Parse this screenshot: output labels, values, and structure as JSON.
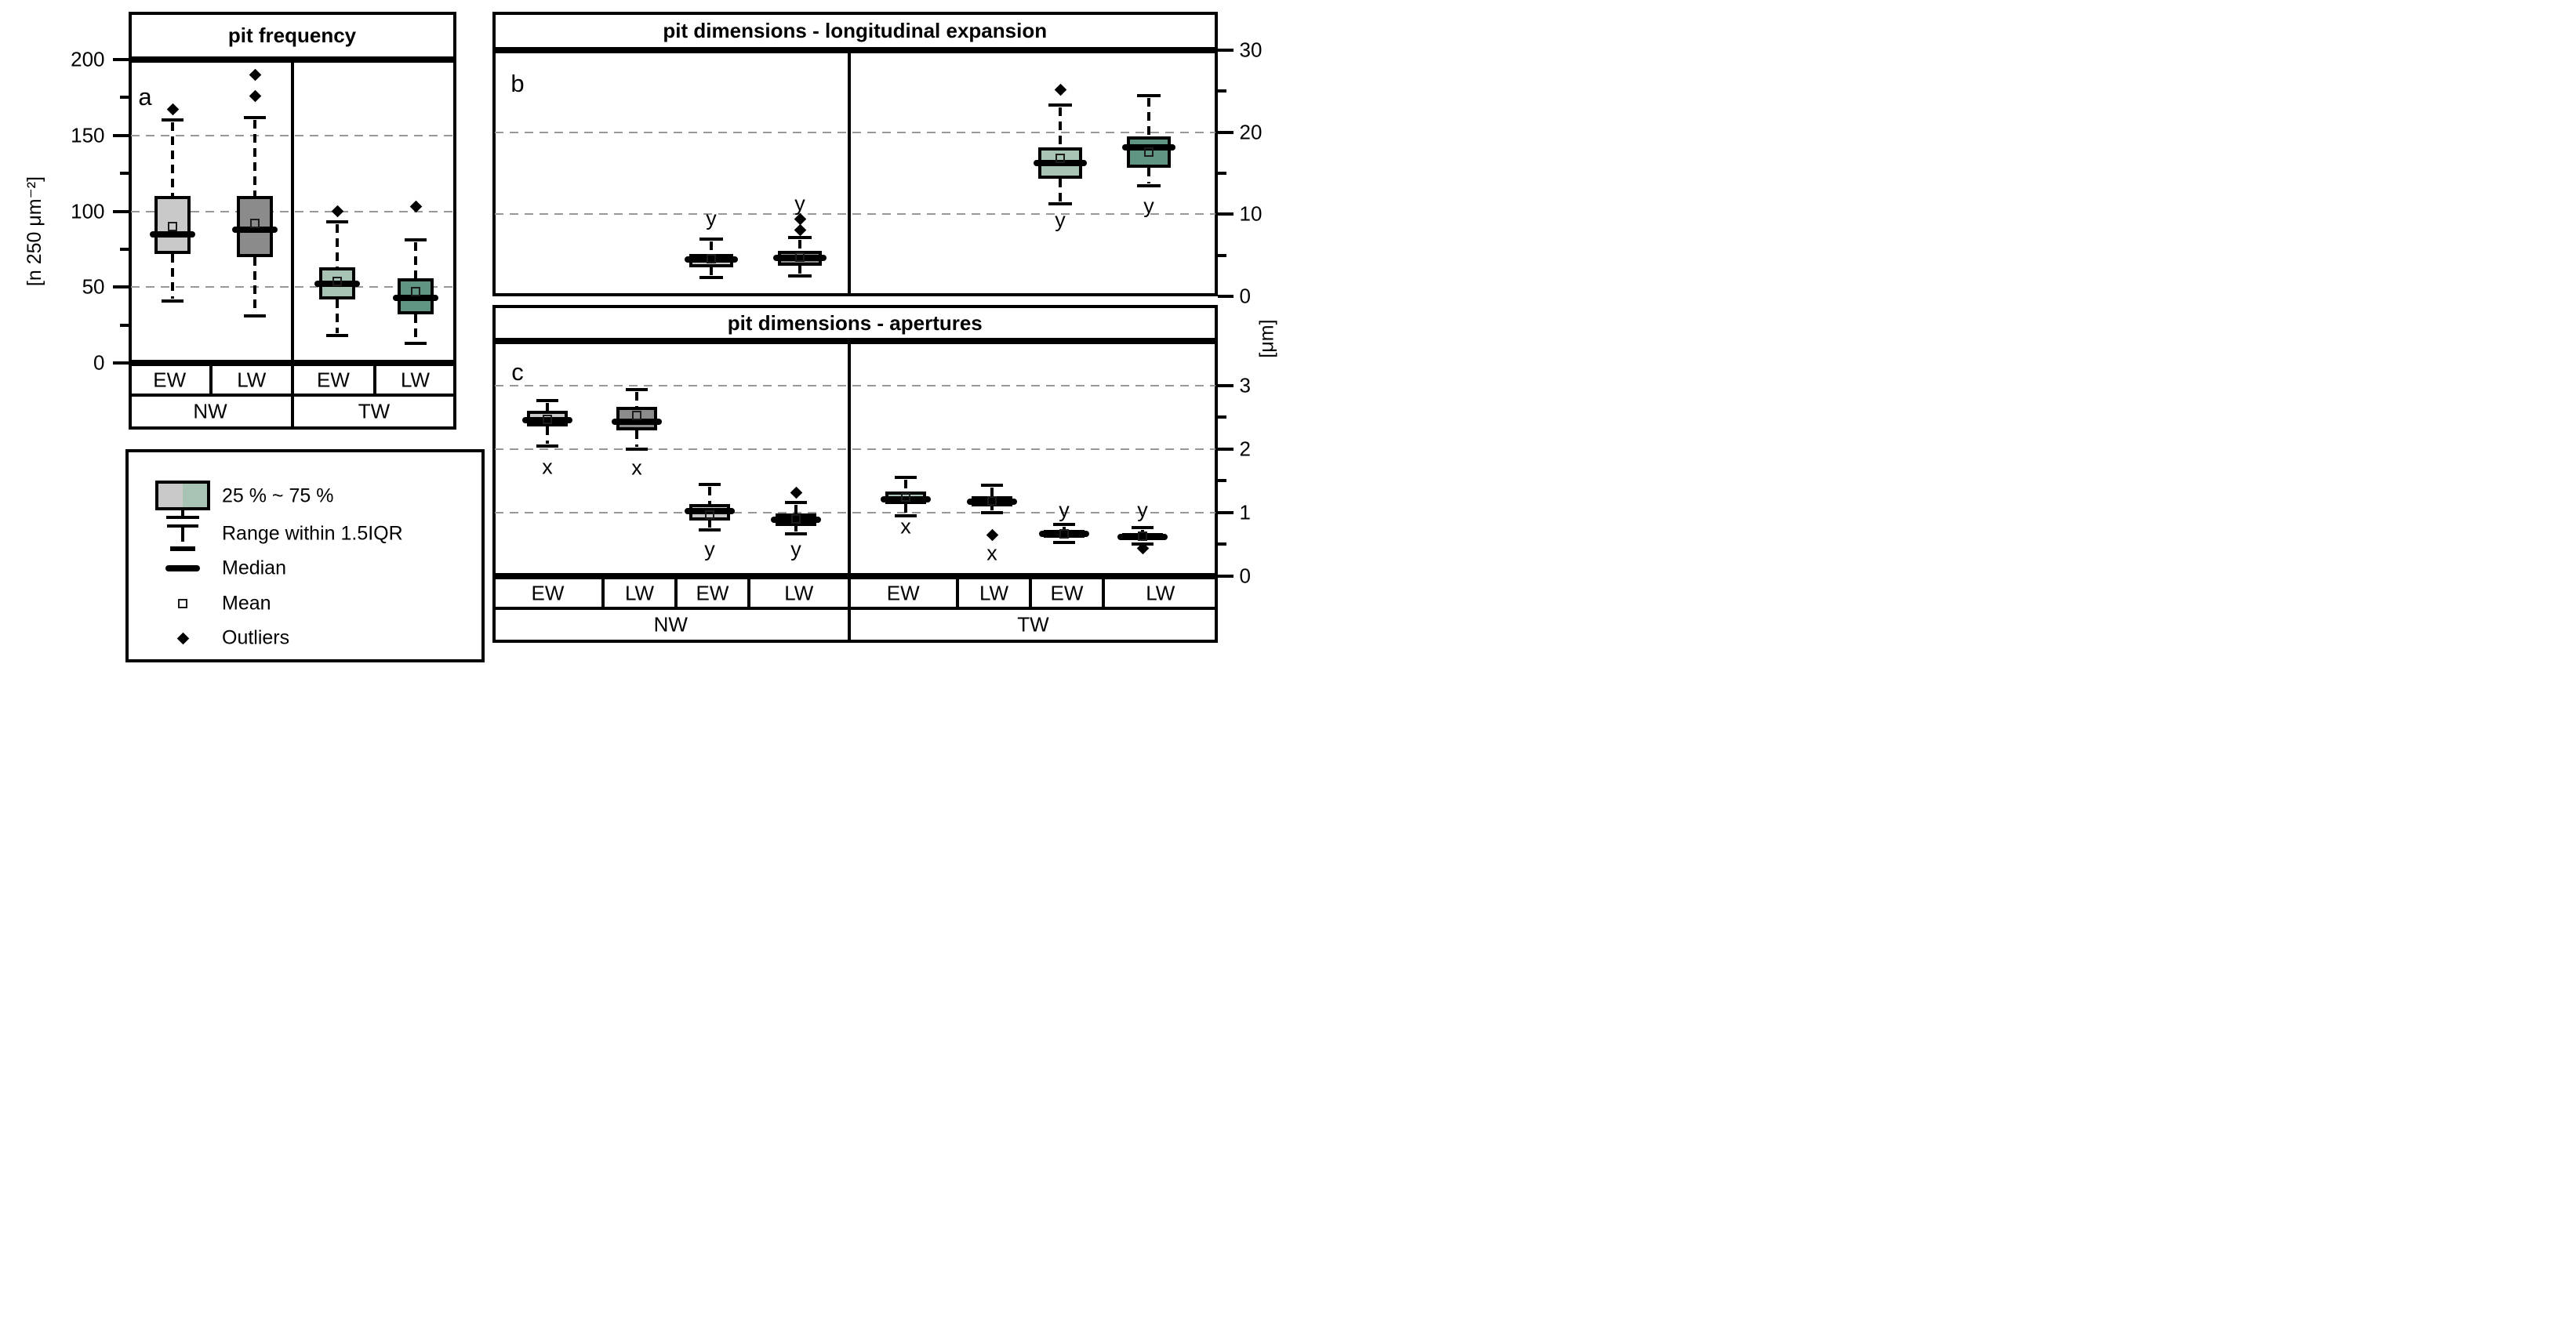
{
  "right_axis_unit": "[μm]",
  "colors": {
    "ew_nw": "#c9c9c9",
    "lw_nw": "#8b8b8b",
    "ew_tw": "#a6c3b3",
    "lw_tw": "#609483",
    "grid": "#989898",
    "frame": "#000000"
  },
  "legend": {
    "items": [
      {
        "icon": "box-swatch",
        "label": "25 % ~ 75 %"
      },
      {
        "icon": "whisker-range",
        "label": "Range within 1.5IQR"
      },
      {
        "icon": "median-bar",
        "label": "Median"
      },
      {
        "icon": "mean-square",
        "label": "Mean"
      },
      {
        "icon": "outlier-diamond",
        "label": "Outliers"
      }
    ]
  },
  "chart_data": [
    {
      "id": "a",
      "type": "boxplot",
      "title": "pit frequency",
      "letter": "a",
      "ylabel": "[n 250 μm⁻²]",
      "axis_side": "left",
      "ylim": [
        0,
        200
      ],
      "yticks": [
        0,
        50,
        100,
        150,
        200
      ],
      "yticks_minor": [
        25,
        75,
        125,
        175
      ],
      "gridlines": [
        50,
        100,
        150
      ],
      "grid": "dashed",
      "categories": [
        "EW",
        "LW",
        "EW",
        "LW"
      ],
      "groups": [
        "NW",
        "TW"
      ],
      "boxes": [
        {
          "group": "NW",
          "category": "EW",
          "color": "ew_nw",
          "low": 41,
          "q1": 72,
          "median": 85,
          "mean": 90,
          "q3": 110,
          "high": 160,
          "outliers": [
            167
          ]
        },
        {
          "group": "NW",
          "category": "LW",
          "color": "lw_nw",
          "low": 31,
          "q1": 70,
          "median": 88,
          "mean": 92,
          "q3": 110,
          "high": 162,
          "outliers": [
            176,
            190
          ]
        },
        {
          "group": "TW",
          "category": "EW",
          "color": "ew_tw",
          "low": 18,
          "q1": 42,
          "median": 52,
          "mean": 54,
          "q3": 63,
          "high": 93,
          "outliers": [
            100
          ]
        },
        {
          "group": "TW",
          "category": "LW",
          "color": "lw_tw",
          "low": 13,
          "q1": 32,
          "median": 43,
          "mean": 47,
          "q3": 56,
          "high": 81,
          "outliers": [
            103
          ]
        }
      ]
    },
    {
      "id": "b",
      "type": "boxplot",
      "title": "pit dimensions - longitudinal expansion",
      "letter": "b",
      "axis_side": "right",
      "ylim": [
        0,
        30
      ],
      "yticks": [
        0,
        10,
        20,
        30
      ],
      "yticks_minor": [
        5,
        15,
        25
      ],
      "gridlines": [
        10,
        20
      ],
      "grid": "dashed",
      "categories": [
        "EW",
        "LW",
        "EW",
        "LW"
      ],
      "groups": [
        "NW",
        "TW"
      ],
      "boxes": [
        {
          "group": "NW",
          "category": "EW",
          "color": "ew_nw",
          "low": 2.3,
          "q1": 3.5,
          "median": 4.5,
          "mean": 4.6,
          "q3": 5.2,
          "high": 7.0,
          "outliers": [],
          "sig": {
            "label": "y",
            "at": 9.5
          }
        },
        {
          "group": "NW",
          "category": "LW",
          "color": "lw_nw",
          "low": 2.5,
          "q1": 3.7,
          "median": 4.7,
          "mean": 4.8,
          "q3": 5.5,
          "high": 7.2,
          "outliers": [
            8.1,
            9.4
          ],
          "sig": {
            "label": "y",
            "at": 11.3
          }
        },
        {
          "group": "TW",
          "category": "EW",
          "color": "ew_tw",
          "low": 11.3,
          "q1": 14.3,
          "median": 16.2,
          "mean": 16.8,
          "q3": 18.2,
          "high": 23.3,
          "outliers": [
            25.2
          ],
          "sig": {
            "label": "y",
            "at": 9.3
          }
        },
        {
          "group": "TW",
          "category": "LW",
          "color": "lw_tw",
          "low": 13.5,
          "q1": 15.7,
          "median": 18.2,
          "mean": 17.6,
          "q3": 19.5,
          "high": 24.5,
          "outliers": [],
          "sig": {
            "label": "y",
            "at": 11.0
          }
        }
      ]
    },
    {
      "id": "c",
      "type": "boxplot",
      "title": "pit dimensions - apertures",
      "letter": "c",
      "axis_side": "right",
      "ylim": [
        0,
        3.7
      ],
      "yticks": [
        0,
        1,
        2,
        3
      ],
      "yticks_minor": [
        0.5,
        1.5,
        2.5
      ],
      "gridlines": [
        1,
        2,
        3
      ],
      "grid": "dashed",
      "categories": [
        "EW",
        "LW",
        "EW",
        "LW",
        "EW",
        "LW",
        "EW",
        "LW"
      ],
      "groups": [
        "NW",
        "TW"
      ],
      "boxes": [
        {
          "group": "NW",
          "category": "EW",
          "dimension": "x",
          "color": "ew_nw",
          "low": 2.05,
          "q1": 2.35,
          "median": 2.46,
          "mean": 2.47,
          "q3": 2.6,
          "high": 2.76,
          "outliers": [],
          "sig": {
            "label": "x",
            "at": 1.72
          }
        },
        {
          "group": "NW",
          "category": "LW",
          "dimension": "x",
          "color": "lw_nw",
          "low": 2.0,
          "q1": 2.3,
          "median": 2.43,
          "mean": 2.53,
          "q3": 2.66,
          "high": 2.93,
          "outliers": [],
          "sig": {
            "label": "x",
            "at": 1.7
          }
        },
        {
          "group": "NW",
          "category": "EW",
          "dimension": "y",
          "color": "ew_nw",
          "low": 0.73,
          "q1": 0.87,
          "median": 1.02,
          "mean": 0.96,
          "q3": 1.13,
          "high": 1.44,
          "outliers": [],
          "sig": {
            "label": "y",
            "at": 0.42
          }
        },
        {
          "group": "NW",
          "category": "LW",
          "dimension": "y",
          "color": "lw_nw",
          "low": 0.67,
          "q1": 0.79,
          "median": 0.89,
          "mean": 0.9,
          "q3": 0.99,
          "high": 1.16,
          "outliers": [
            1.31
          ],
          "sig": {
            "label": "y",
            "at": 0.42
          }
        },
        {
          "group": "TW",
          "category": "EW",
          "dimension": "x",
          "color": "ew_tw",
          "low": 0.95,
          "q1": 1.14,
          "median": 1.21,
          "mean": 1.24,
          "q3": 1.33,
          "high": 1.56,
          "outliers": [],
          "sig": {
            "label": "x",
            "at": 0.78
          }
        },
        {
          "group": "TW",
          "category": "LW",
          "dimension": "x",
          "color": "lw_tw",
          "low": 1.0,
          "q1": 1.1,
          "median": 1.17,
          "mean": 1.18,
          "q3": 1.26,
          "high": 1.43,
          "outliers": [
            0.65
          ],
          "sig": {
            "label": "x",
            "at": 0.36
          }
        },
        {
          "group": "TW",
          "category": "EW",
          "dimension": "y",
          "color": "ew_tw",
          "low": 0.53,
          "q1": 0.6,
          "median": 0.66,
          "mean": 0.66,
          "q3": 0.73,
          "high": 0.81,
          "outliers": [],
          "sig": {
            "label": "y",
            "at": 1.04
          }
        },
        {
          "group": "TW",
          "category": "LW",
          "dimension": "y",
          "color": "lw_tw",
          "low": 0.5,
          "q1": 0.57,
          "median": 0.62,
          "mean": 0.63,
          "q3": 0.68,
          "high": 0.76,
          "outliers": [
            0.44
          ],
          "sig": {
            "label": "y",
            "at": 1.04
          }
        }
      ]
    }
  ]
}
